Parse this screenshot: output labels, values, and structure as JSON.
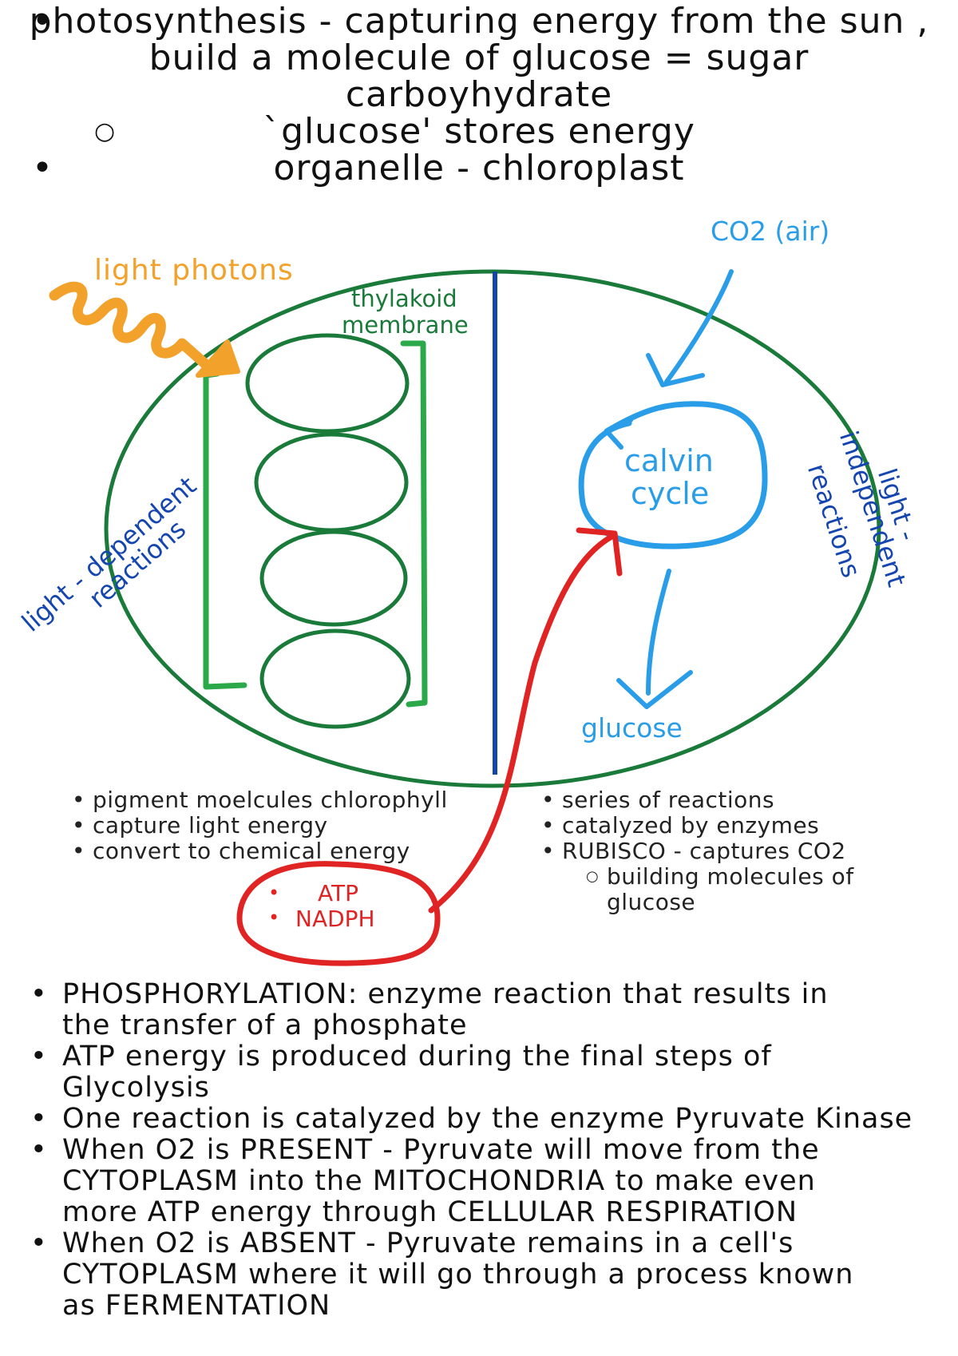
{
  "header": {
    "bullets": [
      {
        "text": "photosynthesis - capturing energy from the sun ,"
      },
      {
        "text": "build a molecule of glucose = sugar"
      },
      {
        "text": "carboyhydrate"
      },
      {
        "text": "`glucose' stores energy"
      },
      {
        "text": "organelle - chloroplast"
      }
    ]
  },
  "diagram": {
    "light_photons": "light photons",
    "thylakoid_line1": "thylakoid",
    "thylakoid_line2": "membrane",
    "light_dependent_line1": "light - dependent",
    "light_dependent_line2": "reactions",
    "co2": "CO2 (air)",
    "calvin_line1": "calvin",
    "calvin_line2": "cycle",
    "light_independent_line1": "light -",
    "light_independent_line2": "independent",
    "light_independent_line3": "reactions",
    "glucose": "glucose",
    "atp": "ATP",
    "nadph": "NADPH",
    "colors": {
      "chloroplast": "#1a7a3a",
      "stack": "#2aa84a",
      "divider": "#1346a6",
      "photons": "#f2a12a",
      "calvin": "#2a9de8",
      "label_blue": "#1546b0",
      "red": "#e02424"
    }
  },
  "left_notes": [
    "pigment moelcules chlorophyll",
    "capture light energy",
    "convert to chemical energy"
  ],
  "right_notes": [
    "series of reactions",
    "catalyzed by enzymes",
    "RUBISCO - captures CO2"
  ],
  "right_sub_note": "building molecules of",
  "right_sub_note_cont": "glucose",
  "bottom_bullets": [
    {
      "line1": "PHOSPHORYLATION: enzyme reaction that results in",
      "line2": "the transfer of a phosphate",
      "line3": ""
    },
    {
      "line1": "ATP energy is produced during the final steps of",
      "line2": "Glycolysis",
      "line3": ""
    },
    {
      "line1": "One reaction is catalyzed by the enzyme Pyruvate Kinase",
      "line2": "",
      "line3": ""
    },
    {
      "line1": "When O2 is PRESENT - Pyruvate will move from the",
      "line2": "CYTOPLASM into the MITOCHONDRIA to make even",
      "line3": "more ATP energy through CELLULAR RESPIRATION"
    },
    {
      "line1": "When O2 is ABSENT - Pyruvate remains in a cell's",
      "line2": "CYTOPLASM where it will go through a process known",
      "line3": "as FERMENTATION"
    }
  ]
}
